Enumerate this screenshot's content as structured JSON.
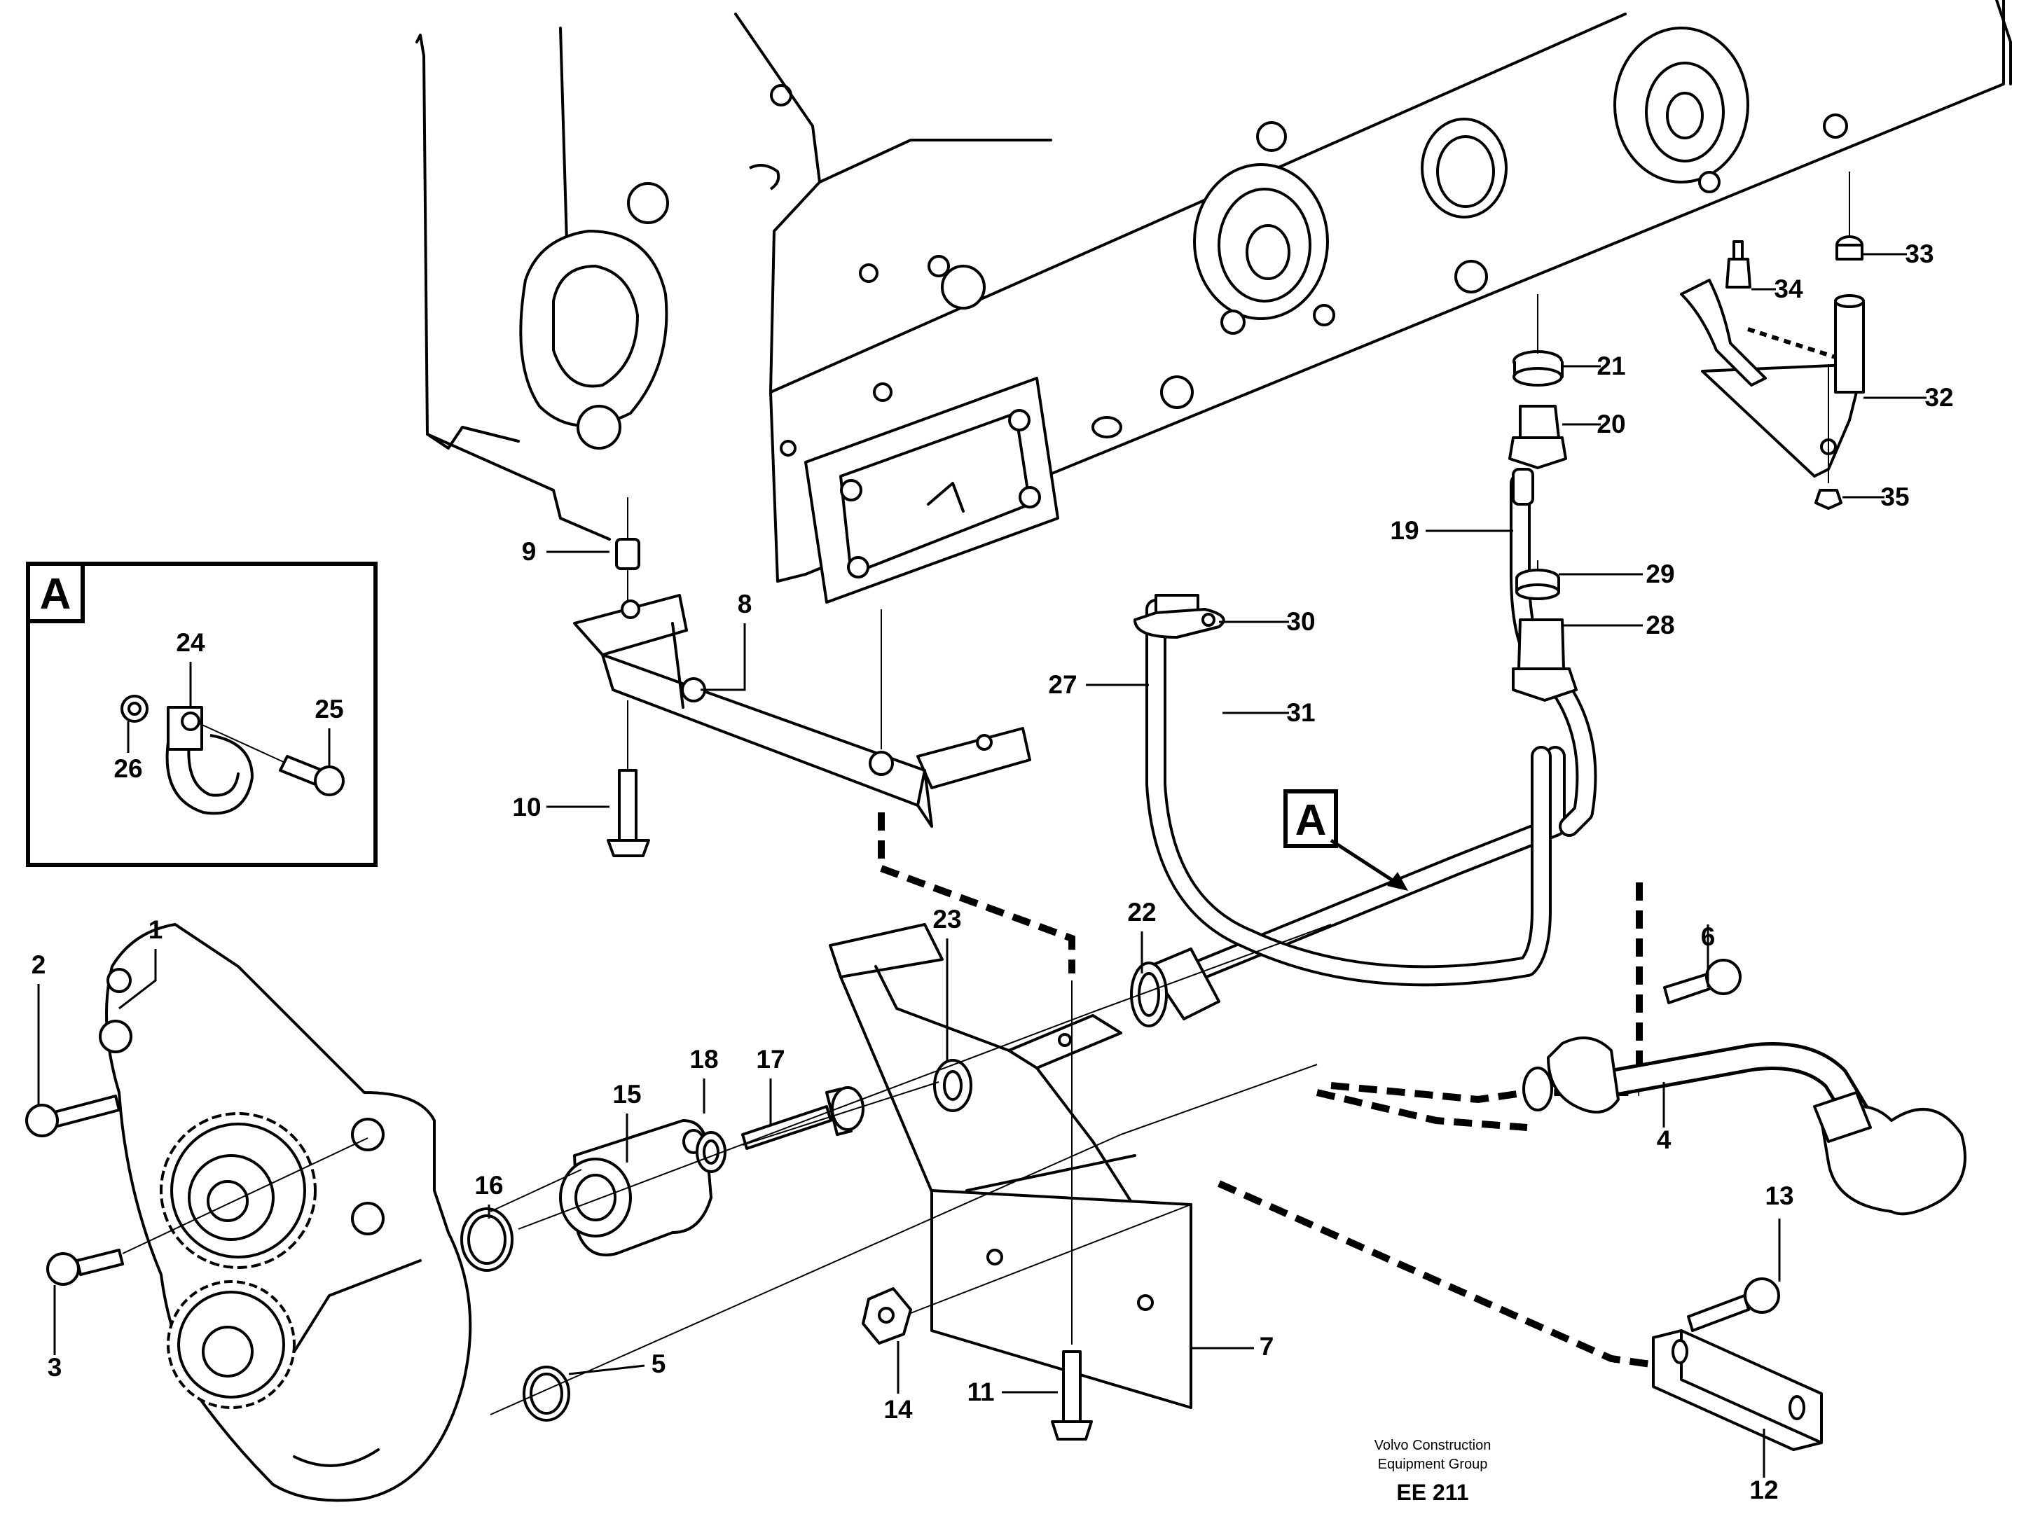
{
  "diagram": {
    "inset_letter": "A",
    "view_marker_letter": "A",
    "parts": [
      {
        "id": "p1",
        "label": "1",
        "name": "oil-pump-housing"
      },
      {
        "id": "p2",
        "label": "2",
        "name": "flange-screw-upper"
      },
      {
        "id": "p3",
        "label": "3",
        "name": "flange-screw-lower"
      },
      {
        "id": "p4",
        "label": "4",
        "name": "suction-pipe"
      },
      {
        "id": "p5",
        "label": "5",
        "name": "o-ring-lower"
      },
      {
        "id": "p6",
        "label": "6",
        "name": "flange-screw-pipe"
      },
      {
        "id": "p7",
        "label": "7",
        "name": "support-bracket"
      },
      {
        "id": "p8",
        "label": "8",
        "name": "bracket-bar"
      },
      {
        "id": "p9",
        "label": "9",
        "name": "spacer-sleeve"
      },
      {
        "id": "p10",
        "label": "10",
        "name": "flange-screw-bracket"
      },
      {
        "id": "p11",
        "label": "11",
        "name": "flange-screw-support"
      },
      {
        "id": "p12",
        "label": "12",
        "name": "plate"
      },
      {
        "id": "p13",
        "label": "13",
        "name": "flange-screw-plate"
      },
      {
        "id": "p14",
        "label": "14",
        "name": "flange-nut"
      },
      {
        "id": "p15",
        "label": "15",
        "name": "connection-piece"
      },
      {
        "id": "p16",
        "label": "16",
        "name": "o-ring-upper"
      },
      {
        "id": "p17",
        "label": "17",
        "name": "screw-long"
      },
      {
        "id": "p18",
        "label": "18",
        "name": "washer"
      },
      {
        "id": "p19",
        "label": "19",
        "name": "oil-pipe"
      },
      {
        "id": "p20",
        "label": "20",
        "name": "union-nipple"
      },
      {
        "id": "p21",
        "label": "21",
        "name": "sealing-ring-upper"
      },
      {
        "id": "p22",
        "label": "22",
        "name": "union-nipple-pump"
      },
      {
        "id": "p23",
        "label": "23",
        "name": "rubber-bushing"
      },
      {
        "id": "p24",
        "label": "24",
        "name": "pipe-clamp"
      },
      {
        "id": "p25",
        "label": "25",
        "name": "clamp-screw"
      },
      {
        "id": "p26",
        "label": "26",
        "name": "clamp-washer"
      },
      {
        "id": "p27",
        "label": "27",
        "name": "return-pipe"
      },
      {
        "id": "p28",
        "label": "28",
        "name": "nipple"
      },
      {
        "id": "p29",
        "label": "29",
        "name": "sealing-ring-lower"
      },
      {
        "id": "p30",
        "label": "30",
        "name": "pipe-flange"
      },
      {
        "id": "p31",
        "label": "31",
        "name": "flange-screw-pipe-flange"
      },
      {
        "id": "p32",
        "label": "32",
        "name": "nozzle-bracket"
      },
      {
        "id": "p33",
        "label": "33",
        "name": "nozzle-plug"
      },
      {
        "id": "p34",
        "label": "34",
        "name": "piston-cooling-valve"
      },
      {
        "id": "p35",
        "label": "35",
        "name": "nozzle-nut"
      }
    ]
  },
  "footer": {
    "line1": "Volvo Construction",
    "line2": "Equipment Group",
    "code": "EE 211"
  }
}
